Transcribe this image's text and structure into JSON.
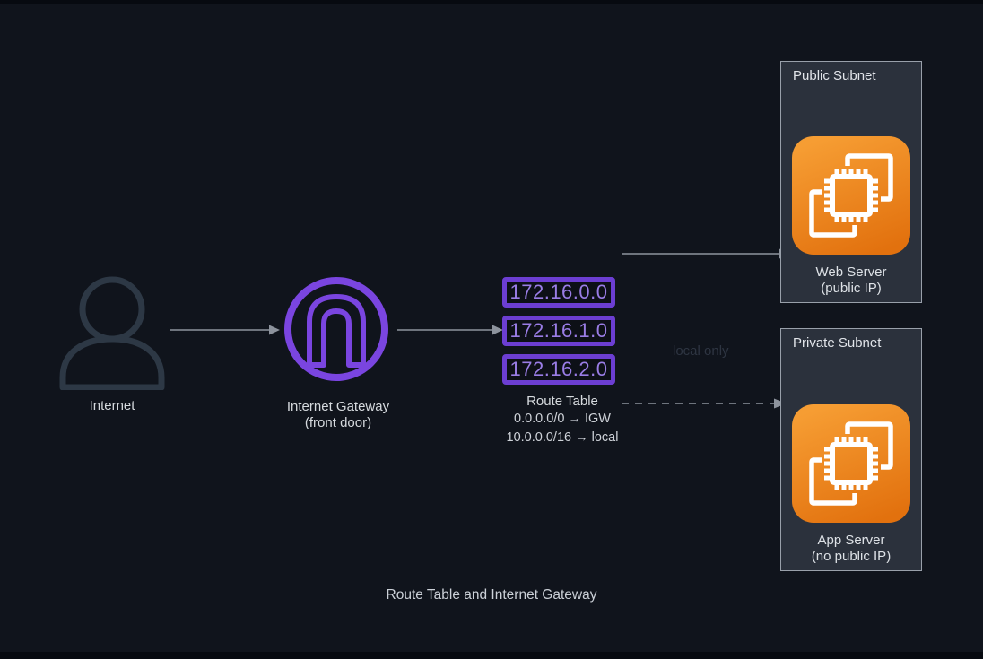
{
  "caption": "Route Table and Internet Gateway",
  "internet": {
    "label": "Internet"
  },
  "gateway": {
    "label": "Internet Gateway",
    "sublabel": "(front door)"
  },
  "route_table": {
    "entries": [
      "172.16.0.0",
      "172.16.1.0",
      "172.16.2.0"
    ],
    "label": "Route Table",
    "rules": [
      "0.0.0.0/0 → IGW",
      "10.0.0.0/16 → local"
    ]
  },
  "annotations": {
    "local_only": "local only"
  },
  "subnets": [
    {
      "title": "Public Subnet",
      "server_name": "Web Server",
      "server_note": "(public IP)"
    },
    {
      "title": "Private Subnet",
      "server_name": "App Server",
      "server_note": "(no public IP)"
    }
  ],
  "icons": {
    "internet": "person-icon",
    "gateway": "internet-gateway-arch-icon",
    "servers": "ec2-chip-icon"
  },
  "colors": {
    "background": "#10141c",
    "purple": "#7a45e0",
    "route_border": "#6c3ed2",
    "route_text": "#9a7de6",
    "orange_gradient_start": "#f69d33",
    "orange_gradient_end": "#e2710e",
    "arrow_gray": "#8d939d",
    "subnet_background": "#2b313c",
    "subnet_border": "#99a0aa",
    "person_stroke": "#2d3845",
    "muted_label": "#2e3542",
    "label_gray": "#d6dade"
  }
}
